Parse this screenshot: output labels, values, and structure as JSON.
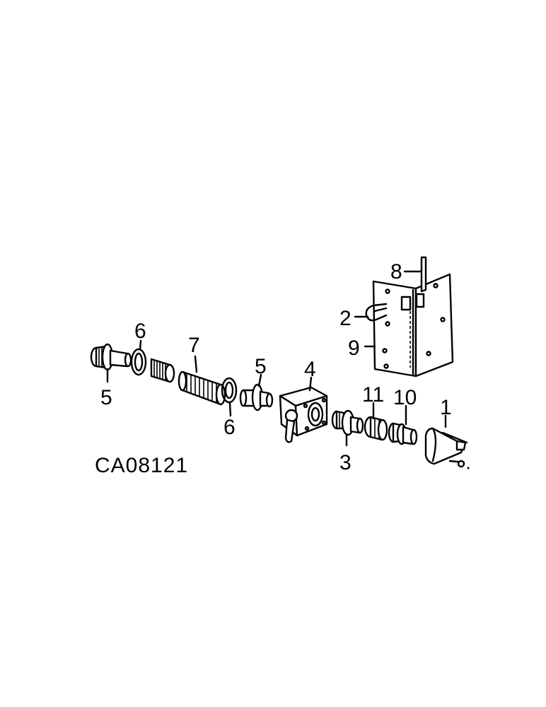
{
  "drawing_code": "CA08121",
  "callouts": {
    "c1": "1",
    "c2": "2",
    "c3": "3",
    "c4": "4",
    "c5a": "5",
    "c5b": "5",
    "c6a": "6",
    "c6b": "6",
    "c7": "7",
    "c8": "8",
    "c9": "9",
    "c10": "10",
    "c11": "11"
  }
}
